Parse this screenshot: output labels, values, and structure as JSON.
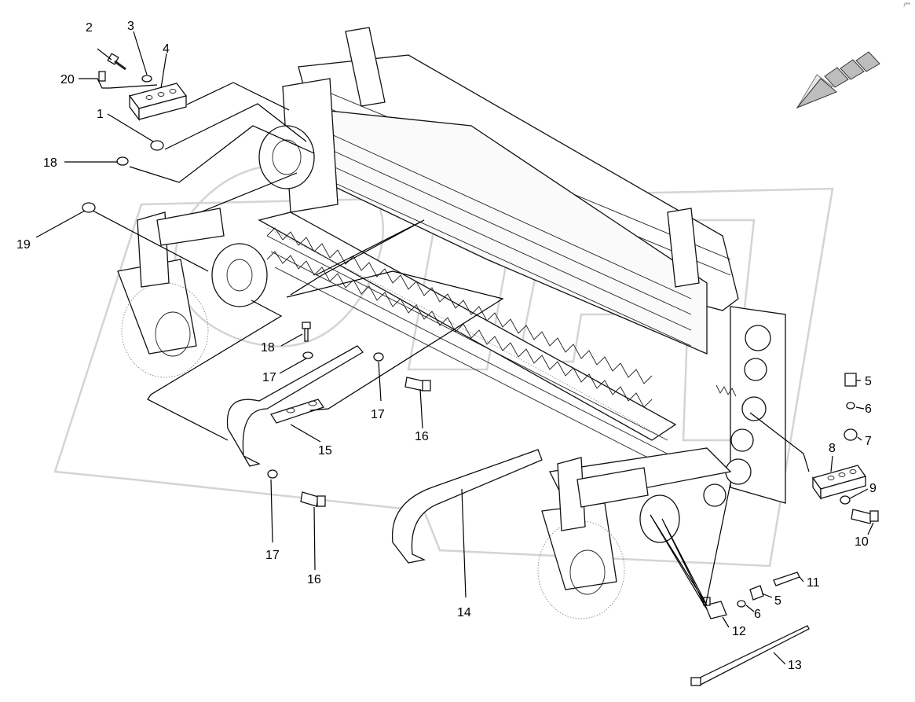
{
  "corner_mark": "/**",
  "callouts": [
    {
      "id": "c1",
      "label": "1"
    },
    {
      "id": "c2",
      "label": "2"
    },
    {
      "id": "c3",
      "label": "3"
    },
    {
      "id": "c4",
      "label": "4"
    },
    {
      "id": "c5a",
      "label": "5"
    },
    {
      "id": "c5b",
      "label": "5"
    },
    {
      "id": "c6a",
      "label": "6"
    },
    {
      "id": "c6b",
      "label": "6"
    },
    {
      "id": "c7",
      "label": "7"
    },
    {
      "id": "c8",
      "label": "8"
    },
    {
      "id": "c9",
      "label": "9"
    },
    {
      "id": "c10",
      "label": "10"
    },
    {
      "id": "c11",
      "label": "11"
    },
    {
      "id": "c12",
      "label": "12"
    },
    {
      "id": "c13",
      "label": "13"
    },
    {
      "id": "c14",
      "label": "14"
    },
    {
      "id": "c15",
      "label": "15"
    },
    {
      "id": "c16a",
      "label": "16"
    },
    {
      "id": "c16b",
      "label": "16"
    },
    {
      "id": "c17a",
      "label": "17"
    },
    {
      "id": "c17b",
      "label": "17"
    },
    {
      "id": "c17c",
      "label": "17"
    },
    {
      "id": "c18a",
      "label": "18"
    },
    {
      "id": "c18b",
      "label": "18"
    },
    {
      "id": "c19",
      "label": "19"
    },
    {
      "id": "c20",
      "label": "20"
    }
  ]
}
